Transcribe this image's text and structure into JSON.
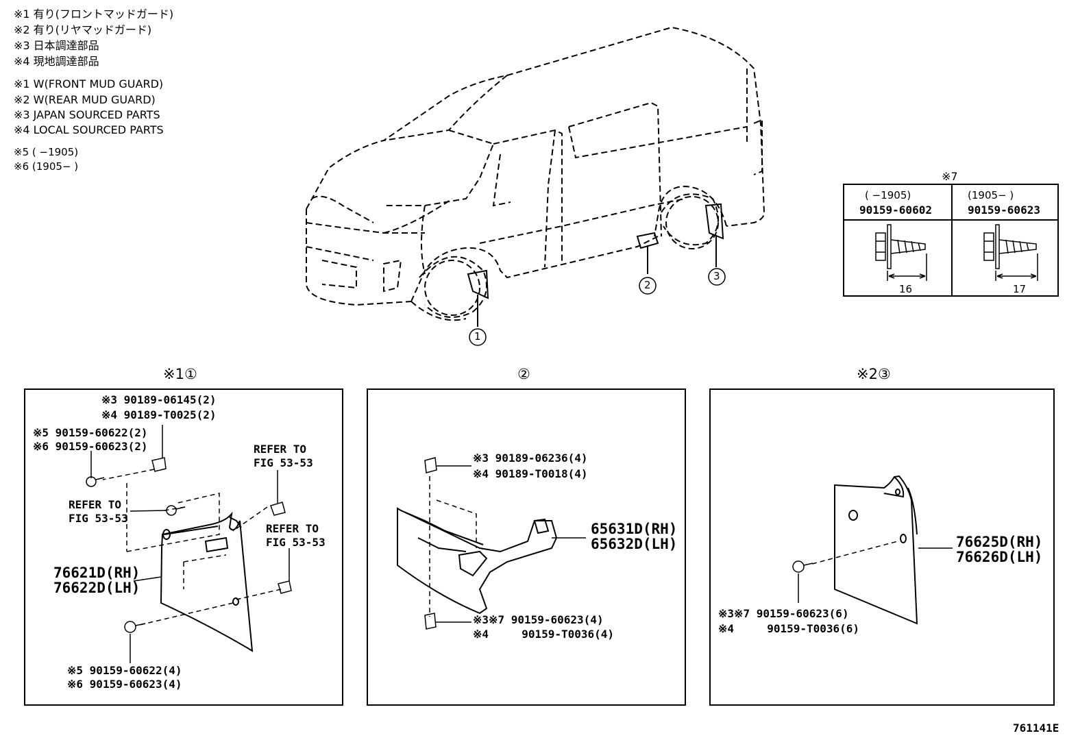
{
  "legend": {
    "ja": [
      "※1 有り(フロントマッドガード)",
      "※2 有り(リヤマッドガード)",
      "※3 日本調達部品",
      "※4 現地調達部品"
    ],
    "en": [
      "※1 W(FRONT MUD GUARD)",
      "※2 W(REAR MUD GUARD)",
      "※3 JAPAN SOURCED PARTS",
      "※4 LOCAL SOURCED PARTS"
    ],
    "periods": [
      "※5 (    −1905)",
      "※6 (1905−    )"
    ]
  },
  "callouts": [
    "①",
    "②",
    "③"
  ],
  "note7_table": {
    "title": "※7",
    "columns": [
      {
        "period": "(    −1905)",
        "part": "90159-60602",
        "dimension": "16"
      },
      {
        "period": "(1905−    )",
        "part": "90159-60623",
        "dimension": "17"
      }
    ]
  },
  "panel1": {
    "header": "※1①",
    "labels": [
      "※3 90189-06145(2)",
      "※4 90189-T0025(2)",
      "※5 90159-60622(2)",
      "※6 90159-60623(2)",
      "REFER TO",
      "FIG 53-53",
      "REFER TO",
      "FIG 53-53",
      "REFER TO",
      "FIG 53-53",
      "76621D(RH)",
      "76622D(LH)",
      "※5 90159-60622(4)",
      "※6 90159-60623(4)"
    ]
  },
  "panel2": {
    "header": "②",
    "labels": [
      "※3 90189-06236(4)",
      "※4 90189-T0018(4)",
      "65631D(RH)",
      "65632D(LH)",
      "※3※7 90159-60623(4)",
      "※4     90159-T0036(4)"
    ]
  },
  "panel3": {
    "header": "※2③",
    "labels": [
      "76625D(RH)",
      "76626D(LH)",
      "※3※7 90159-60623(6)",
      "※4     90159-T0036(6)"
    ]
  },
  "figure_code": "761141E"
}
